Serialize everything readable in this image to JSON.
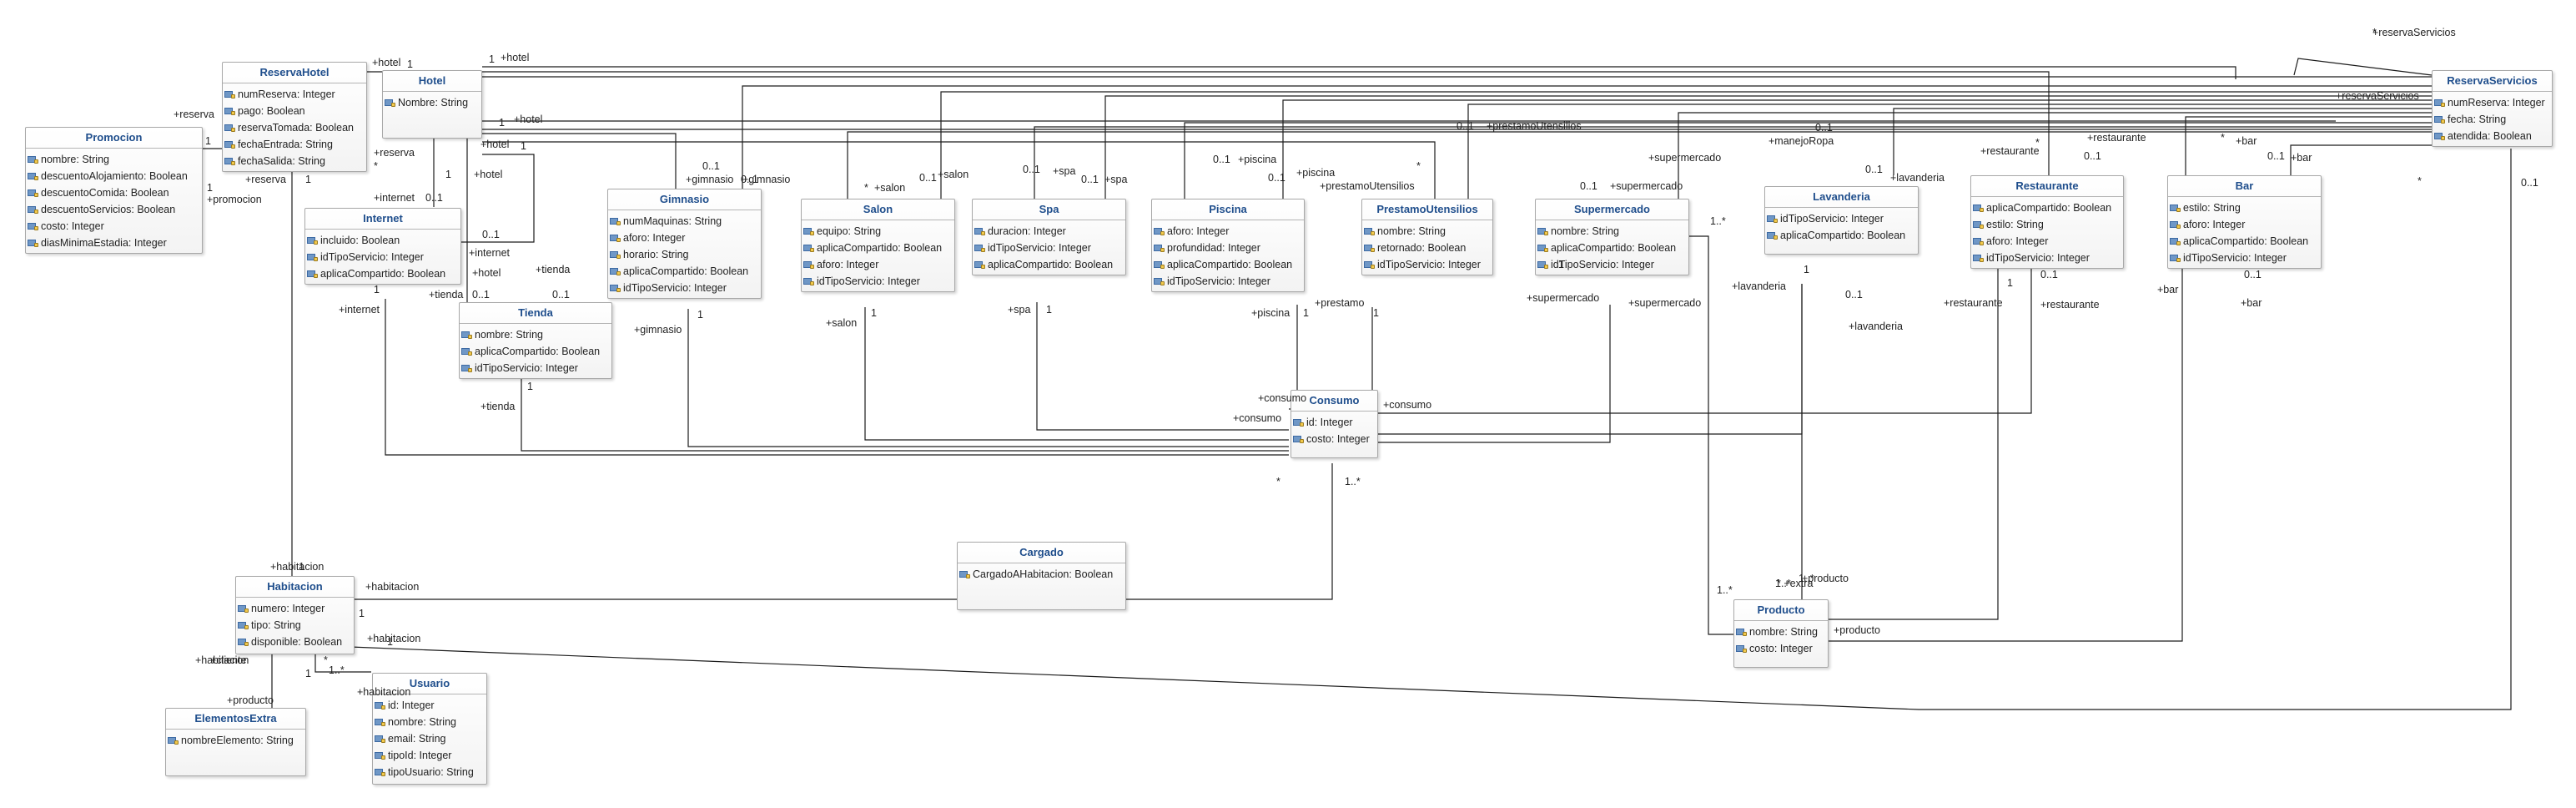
{
  "diagram": {
    "classes": [
      {
        "key": "Promocion",
        "name": "Promocion",
        "attributes": [
          "nombre: String",
          "descuentoAlojamiento: Boolean",
          "descuentoComida: Boolean",
          "descuentoServicios: Boolean",
          "costo: Integer",
          "diasMinimaEstadia: Integer"
        ]
      },
      {
        "key": "ReservaHotel",
        "name": "ReservaHotel",
        "attributes": [
          "numReserva: Integer",
          "pago: Boolean",
          "reservaTomada: Boolean",
          "fechaEntrada: String",
          "fechaSalida: String"
        ]
      },
      {
        "key": "Hotel",
        "name": "Hotel",
        "attributes": [
          "Nombre: String"
        ]
      },
      {
        "key": "Internet",
        "name": "Internet",
        "attributes": [
          "incluido: Boolean",
          "idTipoServicio: Integer",
          "aplicaCompartido: Boolean"
        ]
      },
      {
        "key": "Gimnasio",
        "name": "Gimnasio",
        "attributes": [
          "numMaquinas: String",
          "aforo: Integer",
          "horario: String",
          "aplicaCompartido: Boolean",
          "idTipoServicio: Integer"
        ]
      },
      {
        "key": "Tienda",
        "name": "Tienda",
        "attributes": [
          "nombre: String",
          "aplicaCompartido: Boolean",
          "idTipoServicio: Integer"
        ]
      },
      {
        "key": "Salon",
        "name": "Salon",
        "attributes": [
          "equipo: String",
          "aplicaCompartido: Boolean",
          "aforo: Integer",
          "idTipoServicio: Integer"
        ]
      },
      {
        "key": "Spa",
        "name": "Spa",
        "attributes": [
          "duracion: Integer",
          "idTipoServicio: Integer",
          "aplicaCompartido: Boolean"
        ]
      },
      {
        "key": "Piscina",
        "name": "Piscina",
        "attributes": [
          "aforo: Integer",
          "profundidad: Integer",
          "aplicaCompartido: Boolean",
          "idTipoServicio: Integer"
        ]
      },
      {
        "key": "PrestamoUtensilios",
        "name": "PrestamoUtensilios",
        "attributes": [
          "nombre: String",
          "retornado: Boolean",
          "idTipoServicio: Integer"
        ]
      },
      {
        "key": "Supermercado",
        "name": "Supermercado",
        "attributes": [
          "nombre: String",
          "aplicaCompartido: Boolean",
          "idTipoServicio: Integer"
        ]
      },
      {
        "key": "Lavanderia",
        "name": "Lavanderia",
        "attributes": [
          "idTipoServicio: Integer",
          "aplicaCompartido: Boolean"
        ]
      },
      {
        "key": "Restaurante",
        "name": "Restaurante",
        "attributes": [
          "aplicaCompartido: Boolean",
          "estilo: String",
          "aforo: Integer",
          "idTipoServicio: Integer"
        ]
      },
      {
        "key": "Bar",
        "name": "Bar",
        "attributes": [
          "estilo: String",
          "aforo: Integer",
          "aplicaCompartido: Boolean",
          "idTipoServicio: Integer"
        ]
      },
      {
        "key": "ReservaServicios",
        "name": "ReservaServicios",
        "attributes": [
          "numReserva: Integer",
          "fecha: String",
          "atendida: Boolean"
        ]
      },
      {
        "key": "Consumo",
        "name": "Consumo",
        "attributes": [
          "id: Integer",
          "costo: Integer"
        ]
      },
      {
        "key": "Cargado",
        "name": "Cargado",
        "attributes": [
          "CargadoAHabitacion: Boolean"
        ]
      },
      {
        "key": "Habitacion",
        "name": "Habitacion",
        "attributes": [
          "numero: Integer",
          "tipo: String",
          "disponible: Boolean"
        ]
      },
      {
        "key": "Producto",
        "name": "Producto",
        "attributes": [
          "nombre: String",
          "costo: Integer"
        ]
      },
      {
        "key": "ElementosExtra",
        "name": "ElementosExtra",
        "attributes": [
          "nombreElemento: String"
        ]
      },
      {
        "key": "Usuario",
        "name": "Usuario",
        "attributes": [
          "id: Integer",
          "nombre: String",
          "email: String",
          "tipoId: Integer",
          "tipoUsuario: String"
        ]
      }
    ],
    "labels": [
      "+hotel",
      "1",
      "1",
      "+hotel",
      "+reserva",
      "1",
      "+reserva",
      "+promocion",
      "1",
      "+reserva",
      "*",
      "1",
      "+hotel",
      "+hotel",
      "1",
      "1",
      "+hotel",
      "1",
      "+internet",
      "0..1",
      "+internet",
      "0..1",
      "1",
      "+internet",
      "+hotel",
      "+tienda",
      "0..1",
      "0..1",
      "+tienda",
      "1",
      "+tienda",
      "0..1",
      "+gimnasio",
      "0..1",
      "+gimnasio",
      "1",
      "+gimnasio",
      "*",
      "+salon",
      "0..1",
      "+salon",
      "1",
      "+salon",
      "0..1",
      "+spa",
      "0..1",
      "+spa",
      "+spa",
      "1",
      "0..1",
      "+piscina",
      "0..1",
      "+piscina",
      "+piscina",
      "1",
      "0..1",
      "+prestamoUtensilios",
      "*",
      "+prestamoUtensilios",
      "+prestamo",
      "1",
      "0..1",
      "+supermercado",
      "+supermercado",
      "+supermercado",
      "+supermercado",
      "1",
      "1..*",
      "0..1",
      "+manejoRopa",
      "0..1",
      "+lavanderia",
      "+lavanderia",
      "1",
      "0..1",
      "+lavanderia",
      "+restaurante",
      "+restaurante",
      "*",
      "0..1",
      "+restaurante",
      "1",
      "0..1",
      "+restaurante",
      "+bar",
      "*",
      "+bar",
      "0..1",
      "+bar",
      "0..1",
      "+bar",
      "+reservaServicios",
      "+reservaServicios",
      "*",
      "0..1",
      "*",
      "+consumo",
      "+consumo",
      "+consumo",
      "*",
      "1..*",
      "+habitacion",
      "1",
      "+habitacion",
      "1",
      "+habitacion",
      "1",
      "+habitacion",
      "+cliente",
      "*",
      "1..*",
      "1",
      "+habitacion",
      "* +extra",
      "+producto",
      "+producto",
      "1..*",
      "1..*",
      "1..*",
      "+producto"
    ]
  },
  "colors": {
    "line": "#1c1c1c",
    "title": "#1f4e8c",
    "border": "#a8a8a8"
  }
}
